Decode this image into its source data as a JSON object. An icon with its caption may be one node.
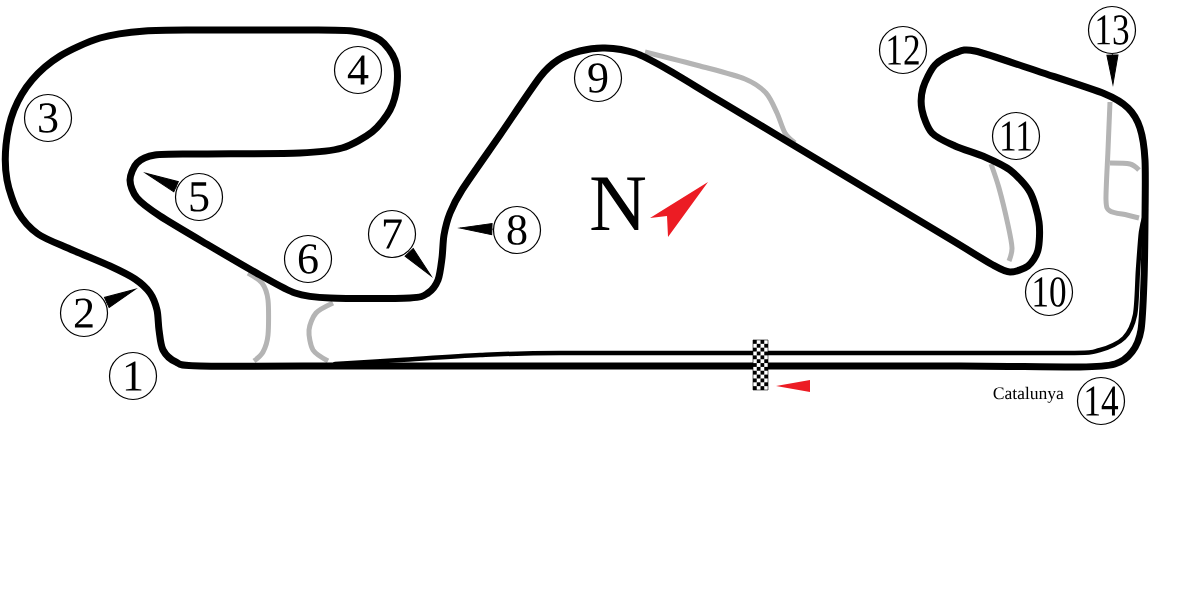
{
  "diagram": {
    "nodes": [
      {
        "text": [
          "1"
        ]
      },
      {
        "text": [
          "2"
        ]
      },
      {
        "text": [
          "3"
        ]
      },
      {
        "text": [
          "4"
        ]
      },
      {
        "text": [
          "5"
        ]
      },
      {
        "text": [
          "6"
        ]
      },
      {
        "text": [
          "7"
        ]
      },
      {
        "text": [
          "8"
        ]
      },
      {
        "text": [
          "9"
        ]
      },
      {
        "text": [
          "10"
        ]
      },
      {
        "text": [
          "11"
        ]
      },
      {
        "text": [
          "12"
        ]
      },
      {
        "text": [
          "13"
        ]
      },
      {
        "text": [
          "14"
        ],
        "beside": [
          "Catalunya"
        ]
      }
    ],
    "edges": [
      {
        "from": 1,
        "to": null,
        "arrow": "to"
      },
      {
        "from": 4,
        "to": null,
        "arrow": "to"
      },
      {
        "from": 6,
        "to": null,
        "arrow": "to"
      },
      {
        "from": 7,
        "to": null,
        "arrow": "to"
      },
      {
        "from": 12,
        "to": null,
        "arrow": "to"
      }
    ],
    "labels": [
      "N"
    ]
  }
}
